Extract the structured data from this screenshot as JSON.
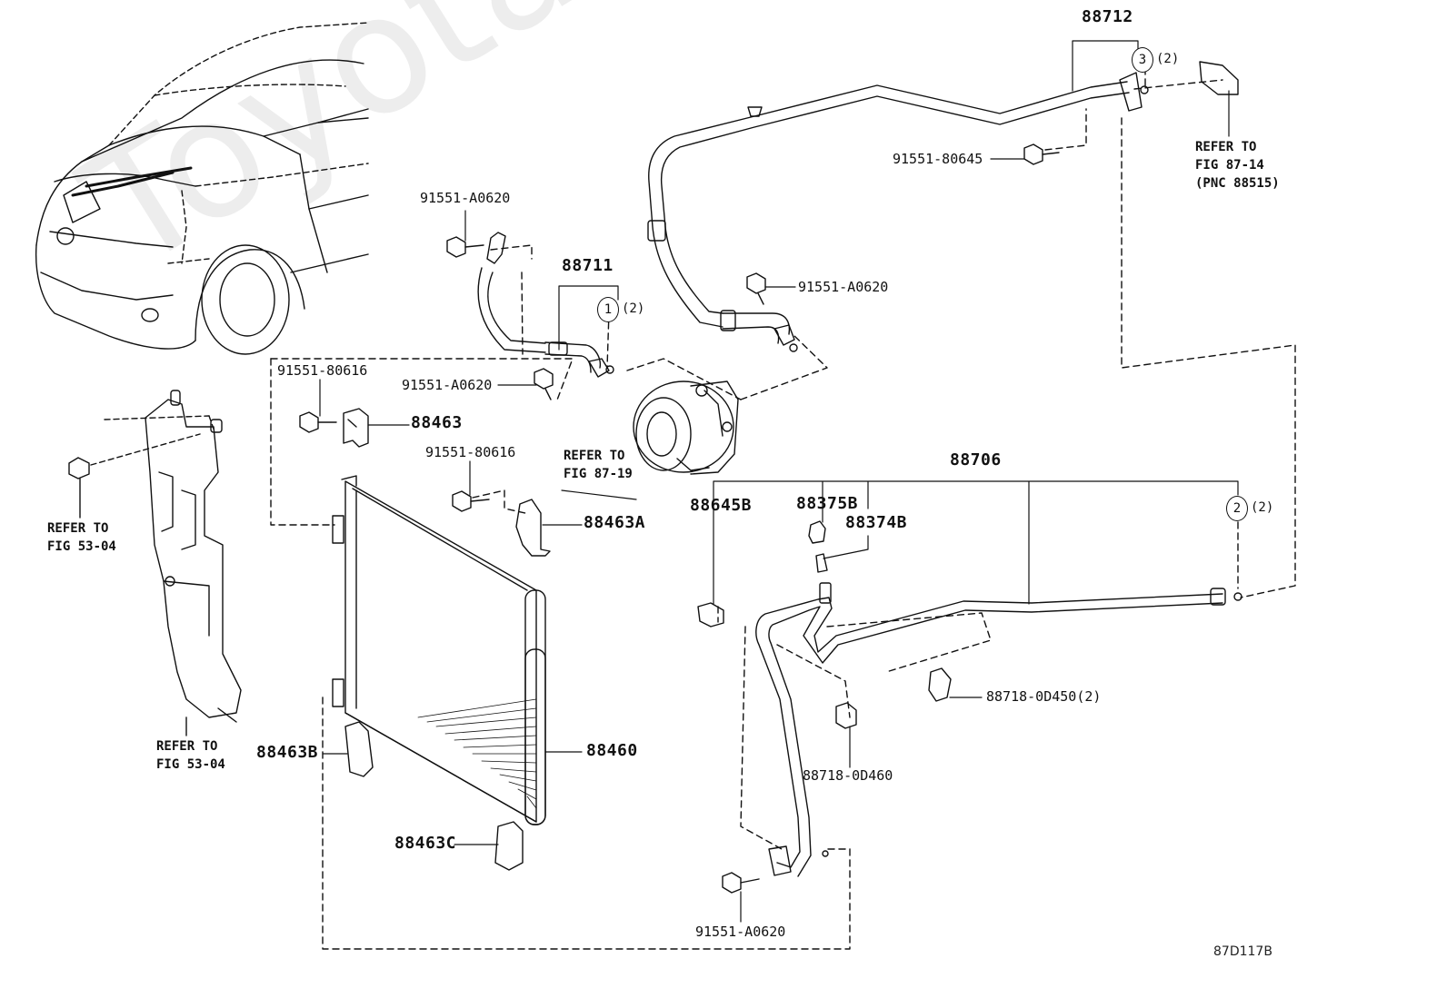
{
  "watermark": "ToyotaCarMine.ru",
  "diagram_code": "87D117B",
  "part_labels": {
    "p88712": "88712",
    "p88711": "88711",
    "p88706": "88706",
    "p88463": "88463",
    "p88463A": "88463A",
    "p88463B": "88463B",
    "p88463C": "88463C",
    "p88460": "88460",
    "p88645B": "88645B",
    "p88375B": "88375B",
    "p88374B": "88374B",
    "p88718_0D450": "88718-0D450(2)",
    "p88718_0D460": "88718-0D460",
    "b91551_80645": "91551-80645",
    "b91551_A0620_top": "91551-A0620",
    "b91551_A0620_right": "91551-A0620",
    "b91551_A0620_mid": "91551-A0620",
    "b91551_A0620_bottom": "91551-A0620",
    "b91551_80616_left": "91551-80616",
    "b91551_80616_mid": "91551-80616"
  },
  "references": {
    "fig_87_14": "REFER TO\nFIG 87-14\n(PNC 88515)",
    "fig_87_19": "REFER TO\nFIG 87-19",
    "fig_53_04_top": "REFER TO\nFIG 53-04",
    "fig_53_04_bottom": "REFER TO\nFIG 53-04"
  },
  "callouts": {
    "c1": "1",
    "c1_qty": "(2)",
    "c2": "2",
    "c2_qty": "(2)",
    "c3": "3",
    "c3_qty": "(2)"
  }
}
